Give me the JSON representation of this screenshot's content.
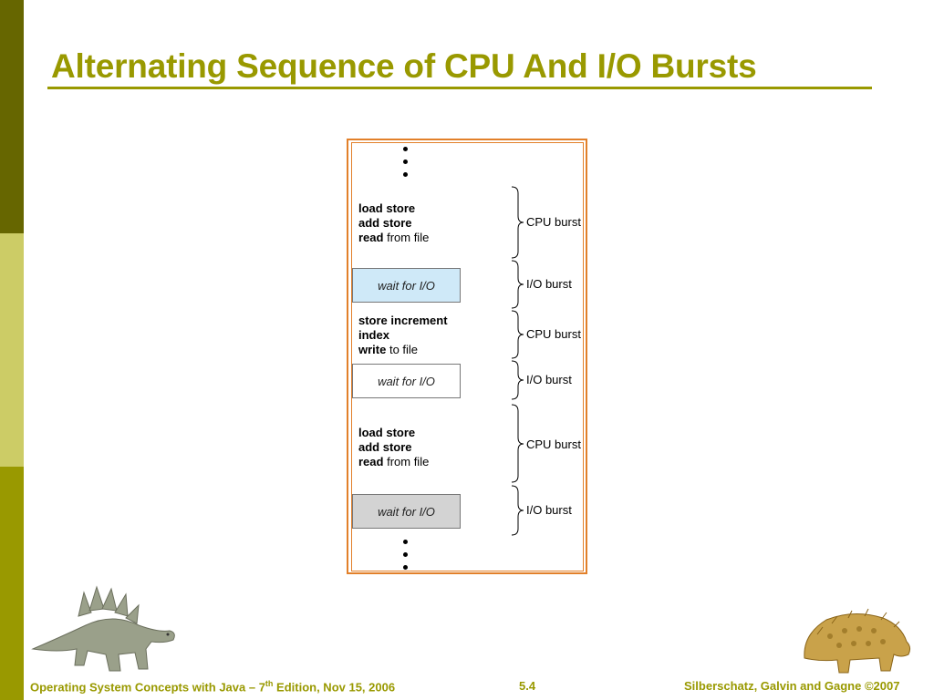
{
  "slide": {
    "title": "Alternating Sequence of CPU And I/O Bursts",
    "diagram": {
      "segments": [
        {
          "lines": [
            {
              "bold": "load store",
              "rest": ""
            },
            {
              "bold": "add store",
              "rest": ""
            },
            {
              "bold": "read",
              "rest": " from file"
            }
          ],
          "burst": "CPU burst"
        },
        {
          "wait": "wait for I/O",
          "burst": "I/O burst",
          "fill": "#cfe9f8"
        },
        {
          "lines": [
            {
              "bold": "store increment",
              "rest": ""
            },
            {
              "bold": "index",
              "rest": ""
            },
            {
              "bold": "write",
              "rest": " to file"
            }
          ],
          "burst": "CPU burst"
        },
        {
          "wait": "wait for I/O",
          "burst": "I/O burst",
          "fill": "#ffffff"
        },
        {
          "lines": [
            {
              "bold": "load store",
              "rest": ""
            },
            {
              "bold": "add store",
              "rest": ""
            },
            {
              "bold": "read",
              "rest": " from file"
            }
          ],
          "burst": "CPU burst"
        },
        {
          "wait": "wait for I/O",
          "burst": "I/O burst",
          "fill": "#d3d3d3"
        }
      ]
    },
    "footer": {
      "left_pre": "Operating System Concepts with Java – 7",
      "left_sup": "th",
      "left_post": " Edition, Nov 15, 2006",
      "page": "5.4",
      "right": "Silberschatz, Galvin and Gagne ©2007"
    },
    "colors": {
      "accent": "#999900",
      "sidebar_dark": "#666600",
      "sidebar_light": "#cccc66",
      "frame": "#e2802a"
    },
    "icons": [
      "stegosaurus-icon",
      "ankylosaurus-icon"
    ]
  }
}
